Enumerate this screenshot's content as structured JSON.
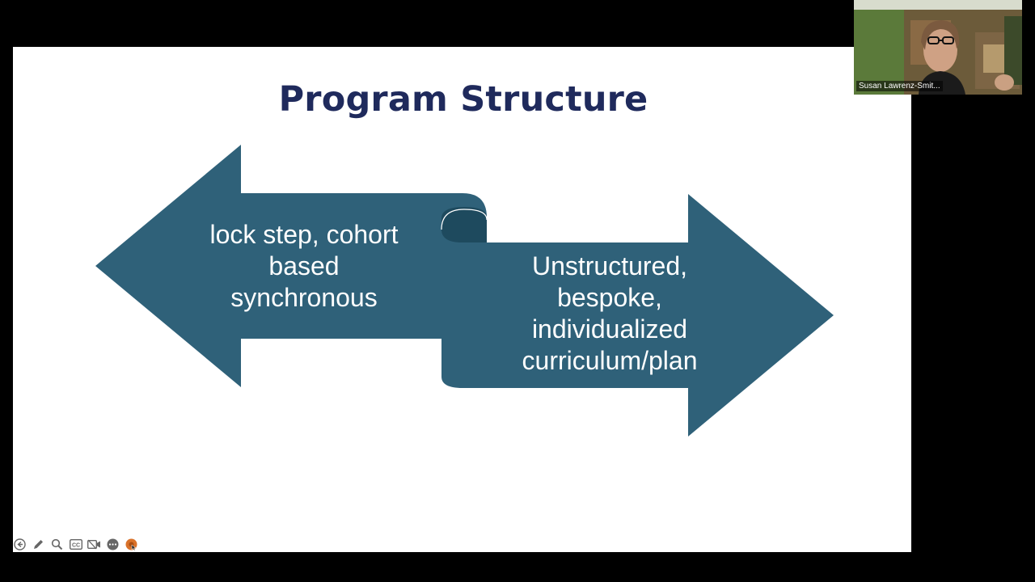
{
  "slide": {
    "title": "Program Structure",
    "left_arrow": {
      "lines": [
        "lock step, cohort",
        "based",
        "synchronous"
      ]
    },
    "right_arrow": {
      "lines": [
        "Unstructured,",
        "bespoke,",
        "individualized",
        "curriculum/plan"
      ]
    },
    "colors": {
      "arrow": "#2f6179",
      "arrow_shade": "#1e4a5e",
      "title": "#1f2a5c",
      "background": "#ffffff"
    }
  },
  "presentation_toolbar": {
    "icons": [
      "back-icon",
      "pen-icon",
      "zoom-icon",
      "captions-icon",
      "camera-icon",
      "more-icon",
      "pointer-icon"
    ]
  },
  "participant_video": {
    "name": "Susan Lawrenz-Smit..."
  }
}
